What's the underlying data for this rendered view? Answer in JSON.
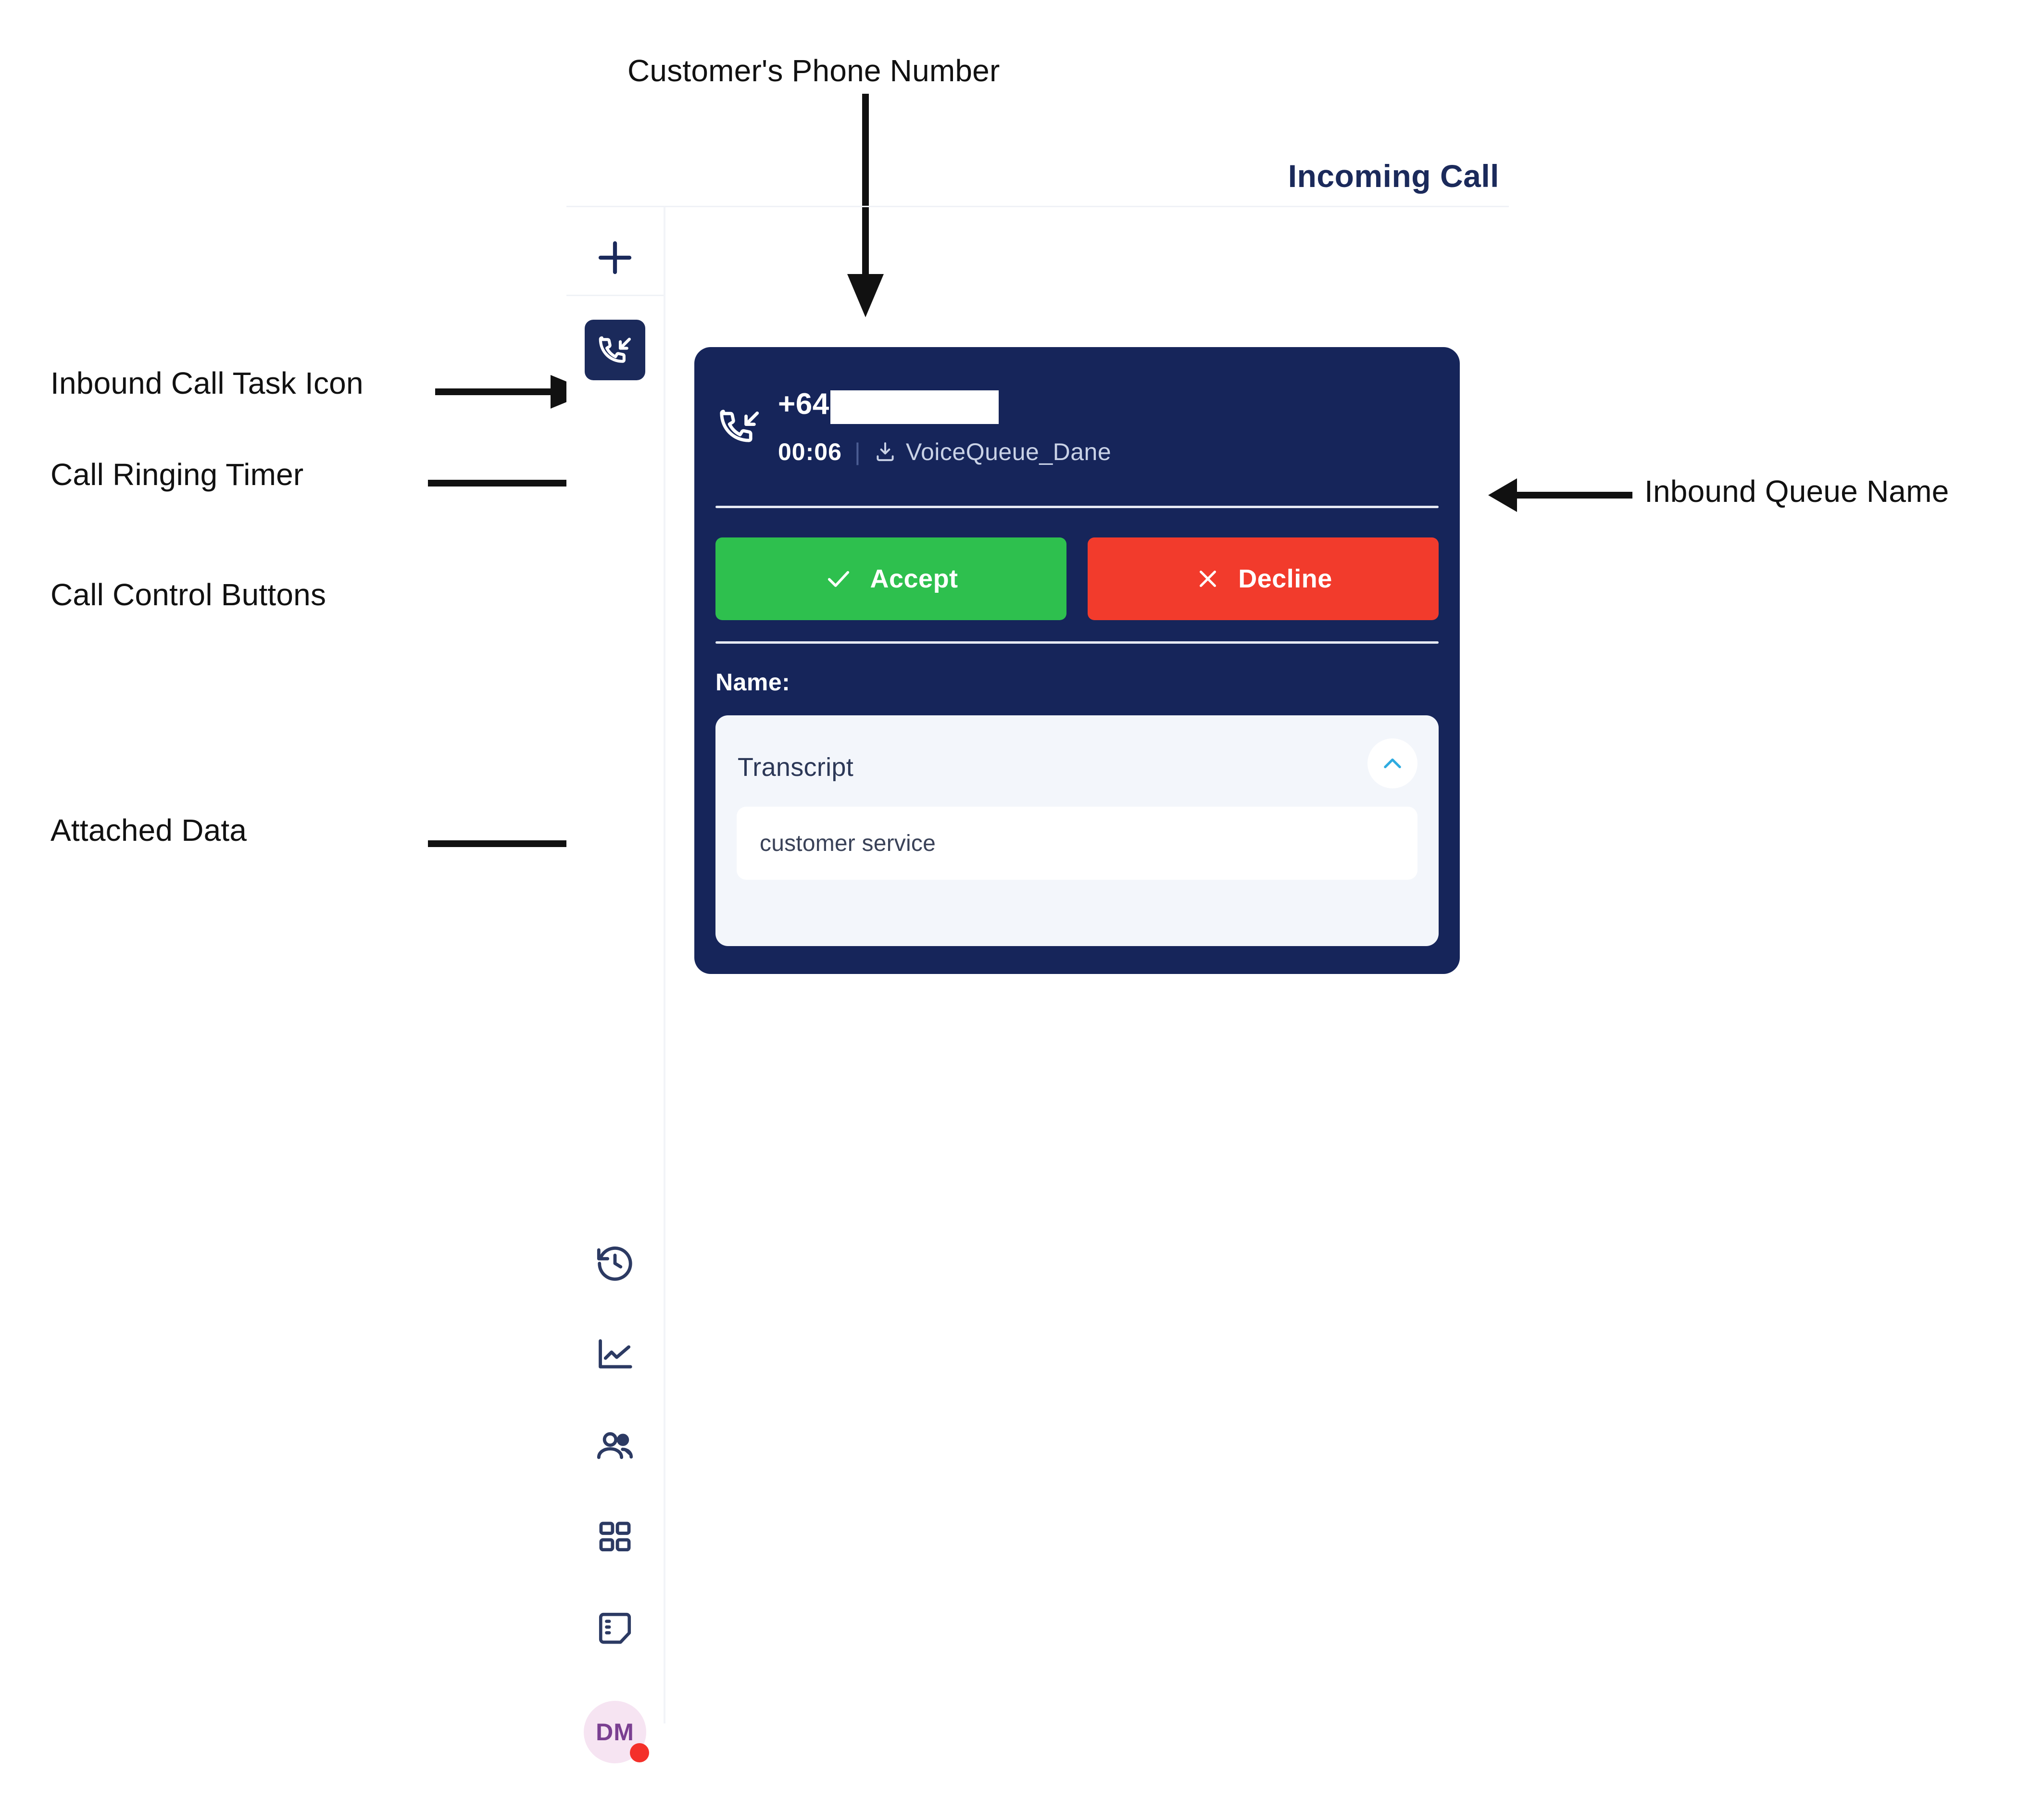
{
  "annotations": [
    {
      "id": "customers-phone-number",
      "label": "Customer's Phone Number"
    },
    {
      "id": "inbound-call-task-icon",
      "label": "Inbound Call Task Icon"
    },
    {
      "id": "call-ringing-timer",
      "label": "Call Ringing Timer"
    },
    {
      "id": "call-control-buttons",
      "label": "Call Control Buttons"
    },
    {
      "id": "attached-data",
      "label": "Attached Data"
    },
    {
      "id": "inbound-queue-name",
      "label": "Inbound Queue Name"
    }
  ],
  "header": {
    "title": "Incoming Call"
  },
  "sidebar": {
    "items": [
      {
        "name": "add",
        "icon": "plus-icon"
      },
      {
        "name": "inbound-call-task",
        "icon": "inbound-call-icon",
        "active": true
      },
      {
        "name": "history",
        "icon": "history-clock-icon"
      },
      {
        "name": "analytics",
        "icon": "line-chart-icon"
      },
      {
        "name": "contacts",
        "icon": "people-icon"
      },
      {
        "name": "apps",
        "icon": "grid-apps-icon"
      },
      {
        "name": "notes",
        "icon": "notes-icon"
      }
    ],
    "avatar": {
      "initials": "DM",
      "status": "busy",
      "status_color": "#f4302a",
      "background_color": "#f6e4f2",
      "text_color": "#7a3f91"
    }
  },
  "call_card": {
    "direction_icon": "inbound-call-icon",
    "phone_number": "+64",
    "phone_number_redacted": true,
    "timer": "00:06",
    "separator": "|",
    "queue_icon": "inbound-queue-icon",
    "queue_name": "VoiceQueue_Dane",
    "accept_label": "Accept",
    "accept_icon": "check-icon",
    "accept_color": "#2ec04e",
    "decline_label": "Decline",
    "decline_icon": "x-icon",
    "decline_color": "#f23b2c",
    "card_color": "#16255a",
    "attached_data": {
      "name_label": "Name:",
      "name_value": "",
      "transcript_title": "Transcript",
      "transcript_value": "customer service",
      "collapse_icon": "chevron-up-icon",
      "collapse_icon_color": "#2eabe0"
    }
  }
}
